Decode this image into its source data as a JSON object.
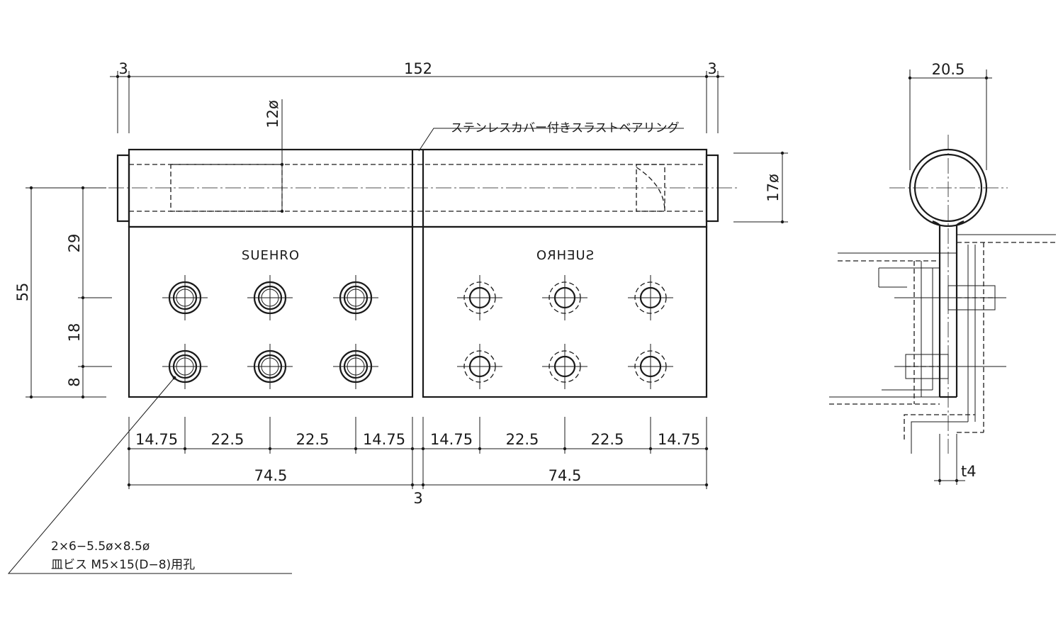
{
  "dimensions": {
    "overall_length": "152",
    "knuckle_end_left": "3",
    "knuckle_end_right": "3",
    "pin_diameter": "12ø",
    "barrel_diameter": "17ø",
    "total_height": "55",
    "h_29": "29",
    "h_18": "18",
    "h_8": "8",
    "hole_pitches": [
      "14.75",
      "22.5",
      "22.5",
      "14.75",
      "14.75",
      "22.5",
      "22.5",
      "14.75"
    ],
    "leaf_width_left": "74.5",
    "leaf_width_right": "74.5",
    "leaf_gap": "3",
    "side_width": "20.5",
    "thickness": "t4"
  },
  "notes": {
    "bearing": "ステンレスカバー付きスラストベアリング",
    "holes_line1": "2×6−5.5ø×8.5ø",
    "holes_line2": "皿ビス M5×15(D−8)用孔"
  },
  "brand": {
    "left_leaf": "SUEHRO",
    "right_leaf": "SUEHRO"
  }
}
